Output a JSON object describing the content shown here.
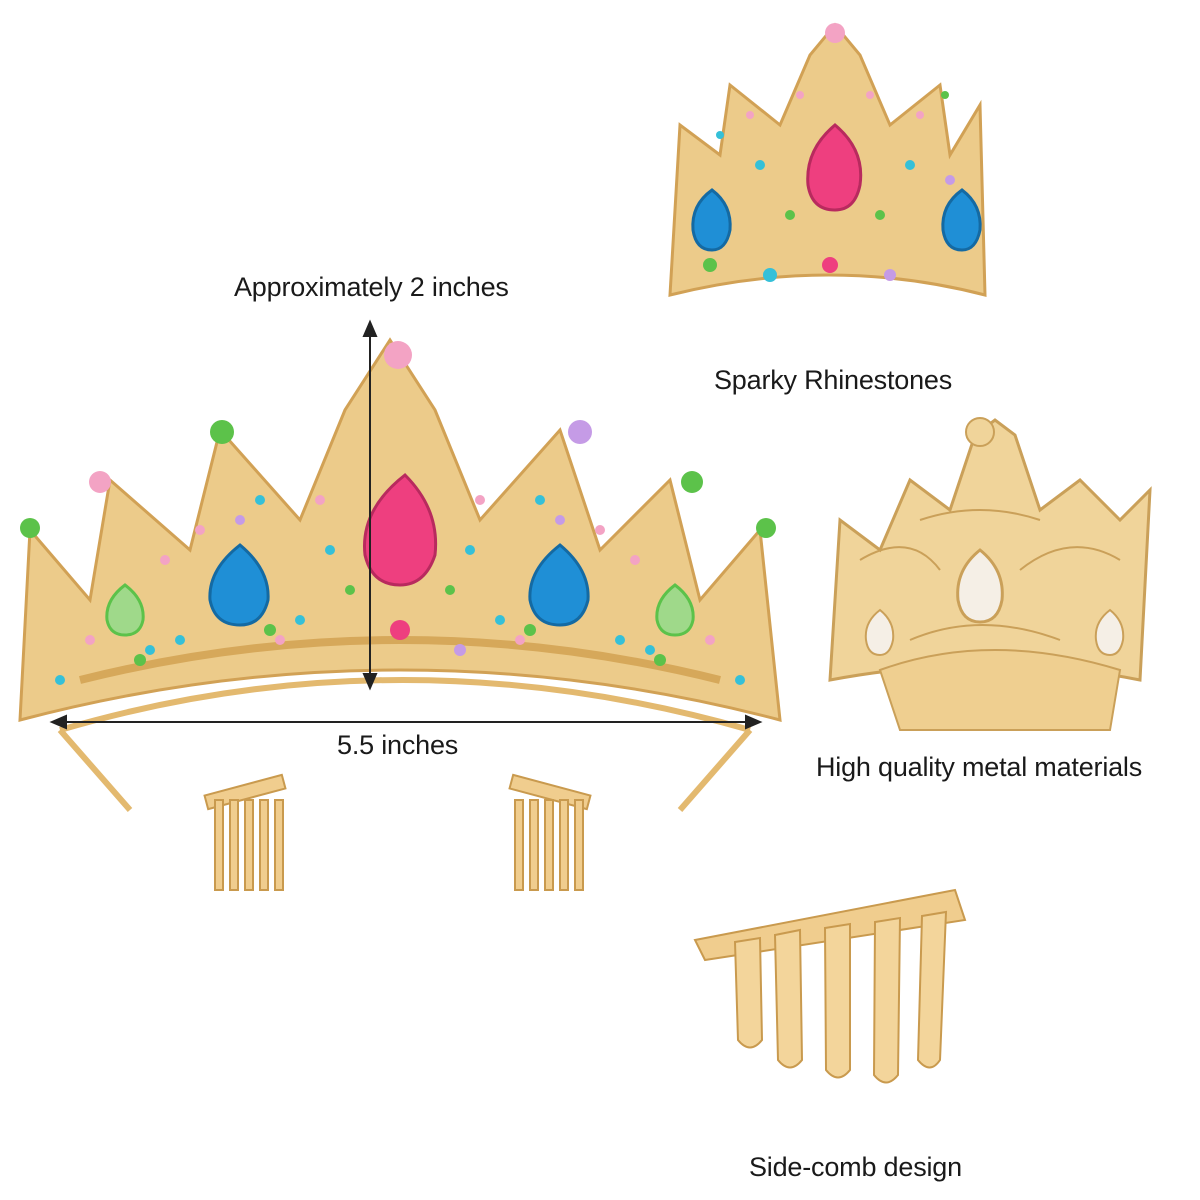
{
  "labels": {
    "height": "Approximately 2 inches",
    "width": "5.5 inches",
    "rhinestones": "Sparky Rhinestones",
    "metal": "High quality metal materials",
    "comb": "Side-comb design"
  },
  "colors": {
    "gold": "#e8c07a",
    "gold_dark": "#c99a4e",
    "pink": "#ee3f7f",
    "blue": "#1f8fd6",
    "green": "#5cc24a",
    "purple": "#c59be6",
    "teal": "#35c0d8",
    "light_pink": "#f3a3c4"
  }
}
